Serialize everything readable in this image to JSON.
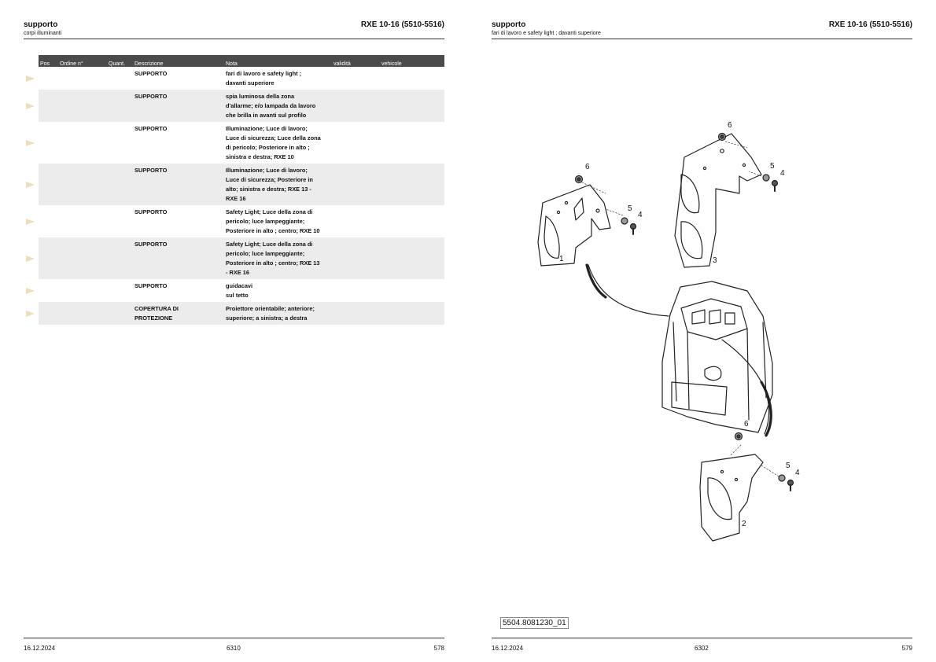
{
  "left_page": {
    "title": "supporto",
    "subtitle": "corpi illuminanti",
    "model": "RXE 10-16 (5510-5516)",
    "footer": {
      "date": "16.12.2024",
      "code": "6310",
      "page": "578"
    },
    "table": {
      "headers": [
        "Pos",
        "Ordine n°",
        "Quant.",
        "Descrizione",
        "Nota",
        "validità",
        "vehicole"
      ],
      "rows": [
        {
          "descrizione": [
            "SUPPORTO"
          ],
          "nota": [
            "fari di lavoro e safety light ;",
            "davanti superiore"
          ]
        },
        {
          "descrizione": [
            "SUPPORTO"
          ],
          "nota": [
            "spia luminosa della zona",
            "d'allarme; e/o lampada da lavoro",
            "che brilla in avanti sul profilo"
          ]
        },
        {
          "descrizione": [
            "SUPPORTO"
          ],
          "nota": [
            "Illuminazione; Luce di lavoro;",
            "Luce di sicurezza; Luce della zona",
            "di pericolo; Posteriore in alto ;",
            "sinistra e destra; RXE 10"
          ]
        },
        {
          "descrizione": [
            "SUPPORTO"
          ],
          "nota": [
            "Illuminazione; Luce di lavoro;",
            "Luce di sicurezza; Posteriore in",
            "alto; sinistra e destra; RXE 13 -",
            "RXE 16"
          ]
        },
        {
          "descrizione": [
            "SUPPORTO"
          ],
          "nota": [
            "Safety Light; Luce della zona di",
            "pericolo; luce lampeggiante;",
            "Posteriore in alto ; centro; RXE 10"
          ]
        },
        {
          "descrizione": [
            "SUPPORTO"
          ],
          "nota": [
            "Safety Light; Luce della zona di",
            "pericolo; luce lampeggiante;",
            "Posteriore in alto ; centro; RXE 13",
            "- RXE 16"
          ]
        },
        {
          "descrizione": [
            "SUPPORTO"
          ],
          "nota": [
            "guidacavi",
            "sul tetto"
          ]
        },
        {
          "descrizione": [
            "COPERTURA DI",
            "PROTEZIONE"
          ],
          "nota": [
            "Proiettore orientabile; anteriore;",
            "superiore; a sinistra; a destra"
          ]
        }
      ]
    }
  },
  "right_page": {
    "title": "supporto",
    "subtitle": "fari di lavoro e safety light ; davanti superiore",
    "model": "RXE 10-16 (5510-5516)",
    "footer": {
      "date": "16.12.2024",
      "code": "6302",
      "page": "579"
    },
    "figure_code": "5504.8081230_01",
    "callouts": {
      "a6": "6",
      "a5": "5",
      "a4": "4",
      "a1": "1",
      "b6": "6",
      "b5": "5",
      "b4": "4",
      "b3": "3",
      "c6": "6",
      "c5": "5",
      "c4": "4",
      "c2": "2"
    }
  },
  "colors": {
    "header_bar": "#4b4b4b",
    "row_shade": "#ececec",
    "marker": "#efdcbb"
  }
}
